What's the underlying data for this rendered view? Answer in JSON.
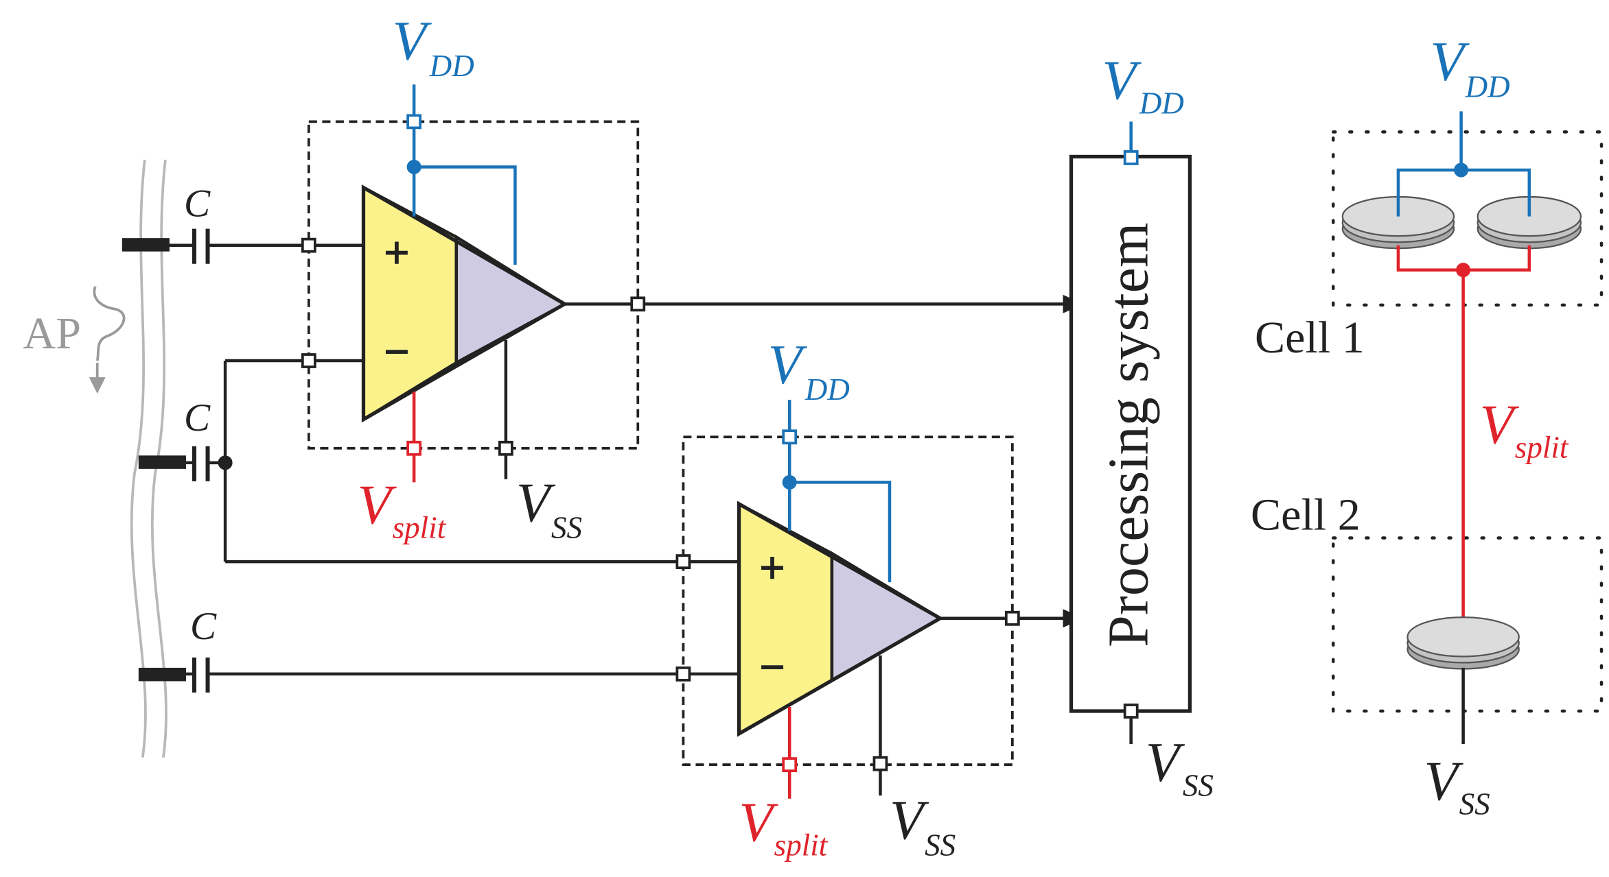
{
  "colors": {
    "vdd": "#1a73b8",
    "vsplit": "#e0232b",
    "wire": "#222222",
    "ap": "#9a9a9a",
    "amp_input": "#fbf28c",
    "amp_output": "#cfcbe3"
  },
  "labels": {
    "cap": "C",
    "ap": "AP",
    "plus": "+",
    "minus": "−",
    "v": "V",
    "dd": "DD",
    "ss": "SS",
    "split": "split",
    "processing": "Processing system",
    "cell1": "Cell 1",
    "cell2": "Cell 2"
  }
}
